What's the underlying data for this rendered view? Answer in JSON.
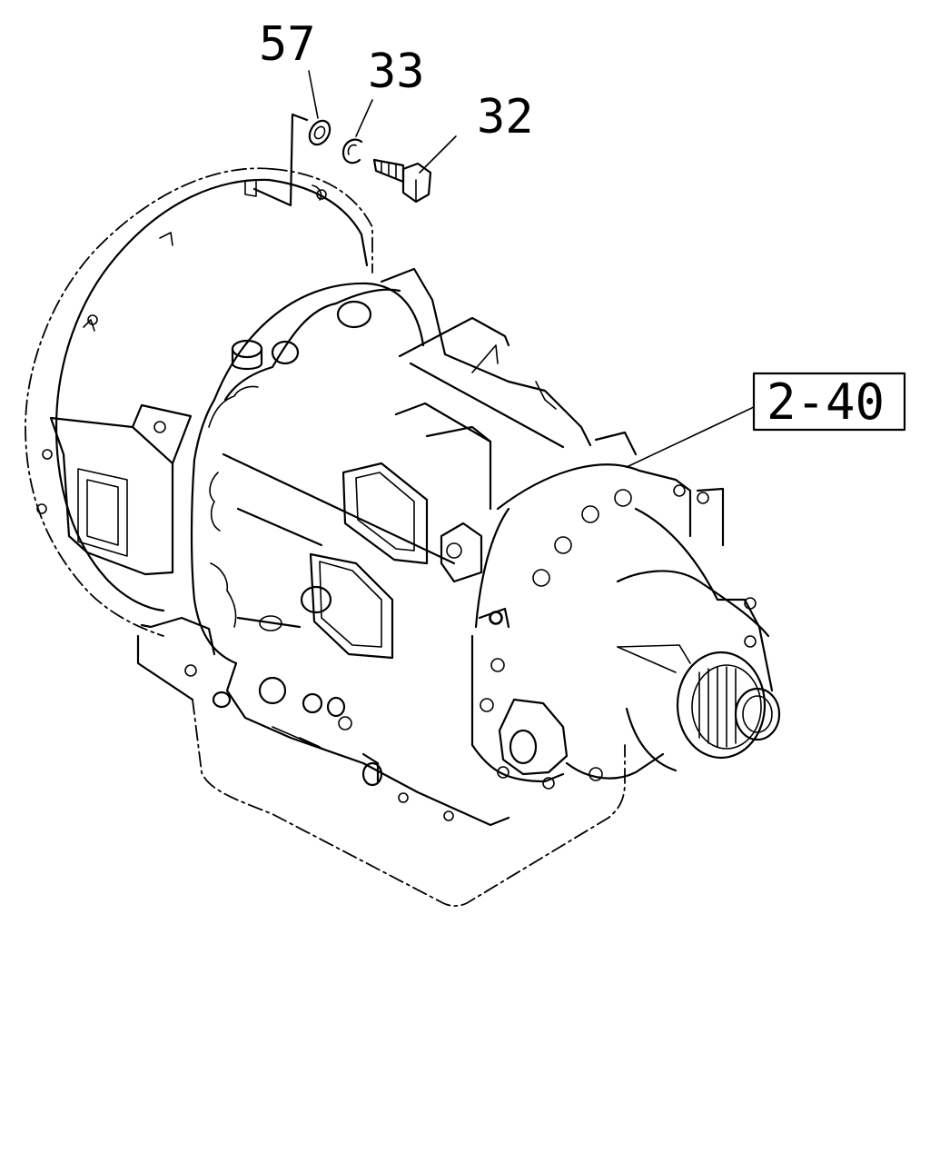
{
  "callouts": {
    "washer": "57",
    "clip": "33",
    "bolt": "32"
  },
  "reference_box": "2-40"
}
